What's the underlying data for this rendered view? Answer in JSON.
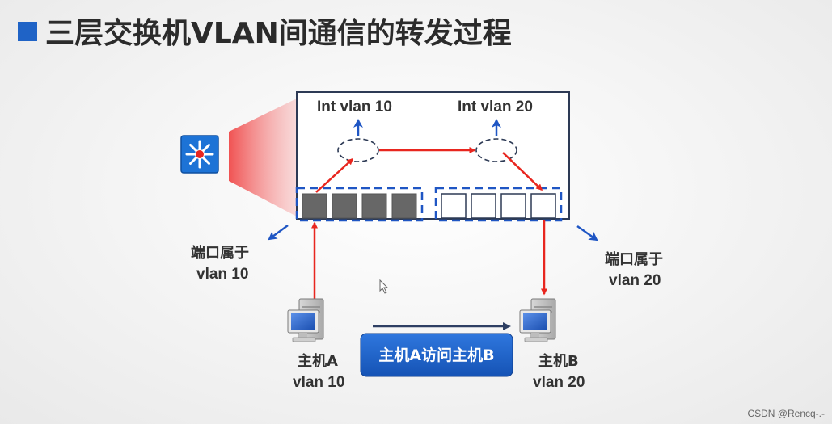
{
  "title": "三层交换机VLAN间通信的转发过程",
  "colors": {
    "accent_blue": "#1f63c6",
    "arrow_red": "#e8261f",
    "frame": "#2d3a55",
    "port_gray": "#666666",
    "badge_blue": "#1f5fc4"
  },
  "svi": {
    "left_label": "Int vlan 10",
    "right_label": "Int vlan 20"
  },
  "port_groups": {
    "left": {
      "label_line1": "端口属于",
      "label_line2": "vlan 10"
    },
    "right": {
      "label_line1": "端口属于",
      "label_line2": "vlan 20"
    }
  },
  "hosts": {
    "a": {
      "name": "主机A",
      "vlan": "vlan 10",
      "icon": "computer-icon"
    },
    "b": {
      "name": "主机B",
      "vlan": "vlan 20",
      "icon": "computer-icon"
    }
  },
  "flow_badge": {
    "label": "主机A访问主机B"
  },
  "switch_icon": "multilayer-switch-icon",
  "watermark": "CSDN @Rencq-.-"
}
